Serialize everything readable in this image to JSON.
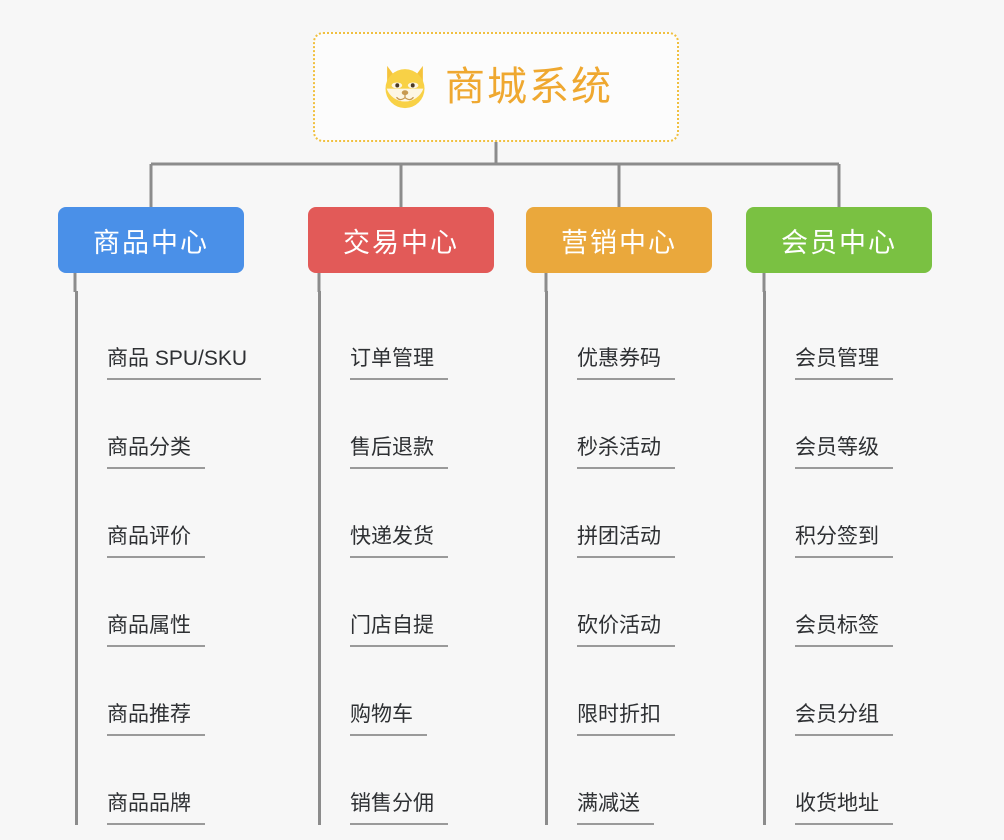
{
  "page": {
    "background_color": "#f7f7f7",
    "type": "mind-map"
  },
  "root": {
    "title": "商城系统",
    "icon": "shiba-dog-face-emoji",
    "text_color": "#efa830",
    "border_color": "#f0c040",
    "background_color": "#fcfcfc"
  },
  "connector": {
    "color": "#8c8c8c"
  },
  "categories": [
    {
      "label": "商品中心",
      "color": "#4a90e8",
      "items": [
        {
          "label": "商品 SPU/SKU"
        },
        {
          "label": "商品分类"
        },
        {
          "label": "商品评价"
        },
        {
          "label": "商品属性"
        },
        {
          "label": "商品推荐"
        },
        {
          "label": "商品品牌"
        }
      ]
    },
    {
      "label": "交易中心",
      "color": "#e25a58",
      "items": [
        {
          "label": "订单管理"
        },
        {
          "label": "售后退款"
        },
        {
          "label": "快递发货"
        },
        {
          "label": "门店自提"
        },
        {
          "label": "购物车"
        },
        {
          "label": "销售分佣"
        }
      ]
    },
    {
      "label": "营销中心",
      "color": "#eaa83c",
      "items": [
        {
          "label": "优惠券码"
        },
        {
          "label": "秒杀活动"
        },
        {
          "label": "拼团活动"
        },
        {
          "label": "砍价活动"
        },
        {
          "label": "限时折扣"
        },
        {
          "label": "满减送"
        }
      ]
    },
    {
      "label": "会员中心",
      "color": "#7ac142",
      "items": [
        {
          "label": "会员管理"
        },
        {
          "label": "会员等级"
        },
        {
          "label": "积分签到"
        },
        {
          "label": "会员标签"
        },
        {
          "label": "会员分组"
        },
        {
          "label": "收货地址"
        }
      ]
    }
  ]
}
